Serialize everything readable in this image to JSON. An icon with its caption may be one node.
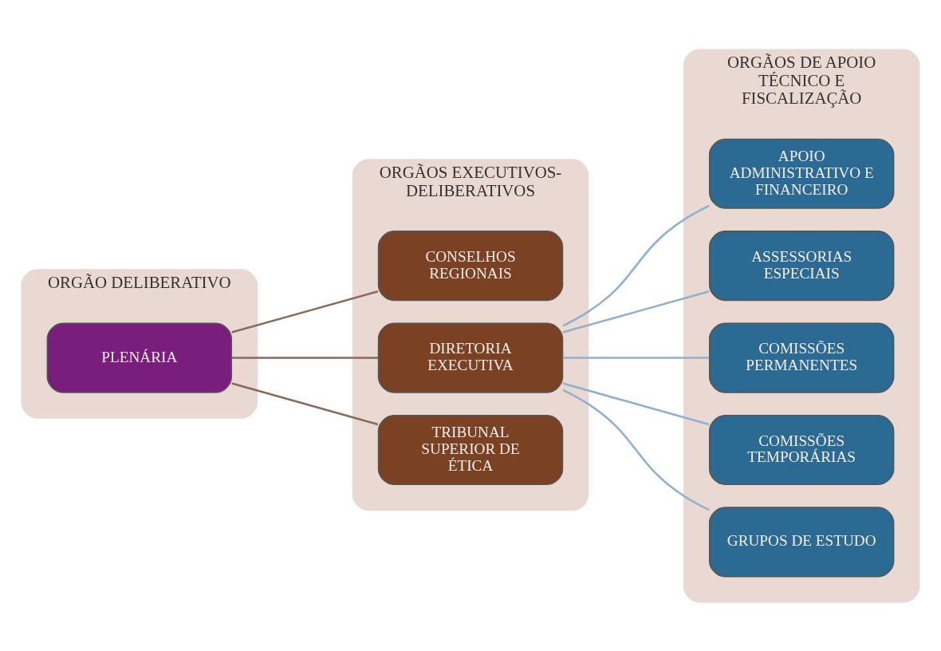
{
  "diagram": {
    "nodes": [
      {
        "text": [
          "ORGÃO DELIBERATIVO"
        ]
      },
      {
        "text": [
          "PLENÁRIA"
        ],
        "in": 0
      },
      {
        "text": [
          "ORGÃOS EXECUTIVOS-DELIBERATIVOS"
        ]
      },
      {
        "text": [
          "CONSELHOS REGIONAIS"
        ],
        "in": 2
      },
      {
        "text": [
          "DIRETORIA EXECUTIVA"
        ],
        "in": 2
      },
      {
        "text": [
          "TRIBUNAL SUPERIOR DE ÉTICA"
        ],
        "in": 2
      },
      {
        "text": [
          "ORGÃOS DE APOIO TÉCNICO E FISCALIZAÇÃO"
        ]
      },
      {
        "text": [
          "APOIO ADMINISTRATIVO E FINANCEIRO"
        ],
        "in": 6
      },
      {
        "text": [
          "ASSESSORIAS ESPECIAIS"
        ],
        "in": 6
      },
      {
        "text": [
          "COMISSÕES PERMANENTES"
        ],
        "in": 6
      },
      {
        "text": [
          "COMISSÕES TEMPORÁRIAS"
        ],
        "in": 6
      },
      {
        "text": [
          "GRUPOS DE ESTUDO"
        ],
        "in": 6
      }
    ],
    "edges": [
      {
        "from": 1,
        "to": 3,
        "arrow": "none",
        "color": "#8a6a5a"
      },
      {
        "from": 1,
        "to": 4,
        "arrow": "none",
        "color": "#8a6a5a"
      },
      {
        "from": 1,
        "to": 5,
        "arrow": "none",
        "color": "#8a6a5a"
      },
      {
        "from": 4,
        "to": 7,
        "arrow": "none"
      },
      {
        "from": 4,
        "to": 8,
        "arrow": "none"
      },
      {
        "from": 4,
        "to": 9,
        "arrow": "none"
      },
      {
        "from": 4,
        "to": 10,
        "arrow": "none"
      },
      {
        "from": 4,
        "to": 11,
        "arrow": "none"
      }
    ]
  }
}
